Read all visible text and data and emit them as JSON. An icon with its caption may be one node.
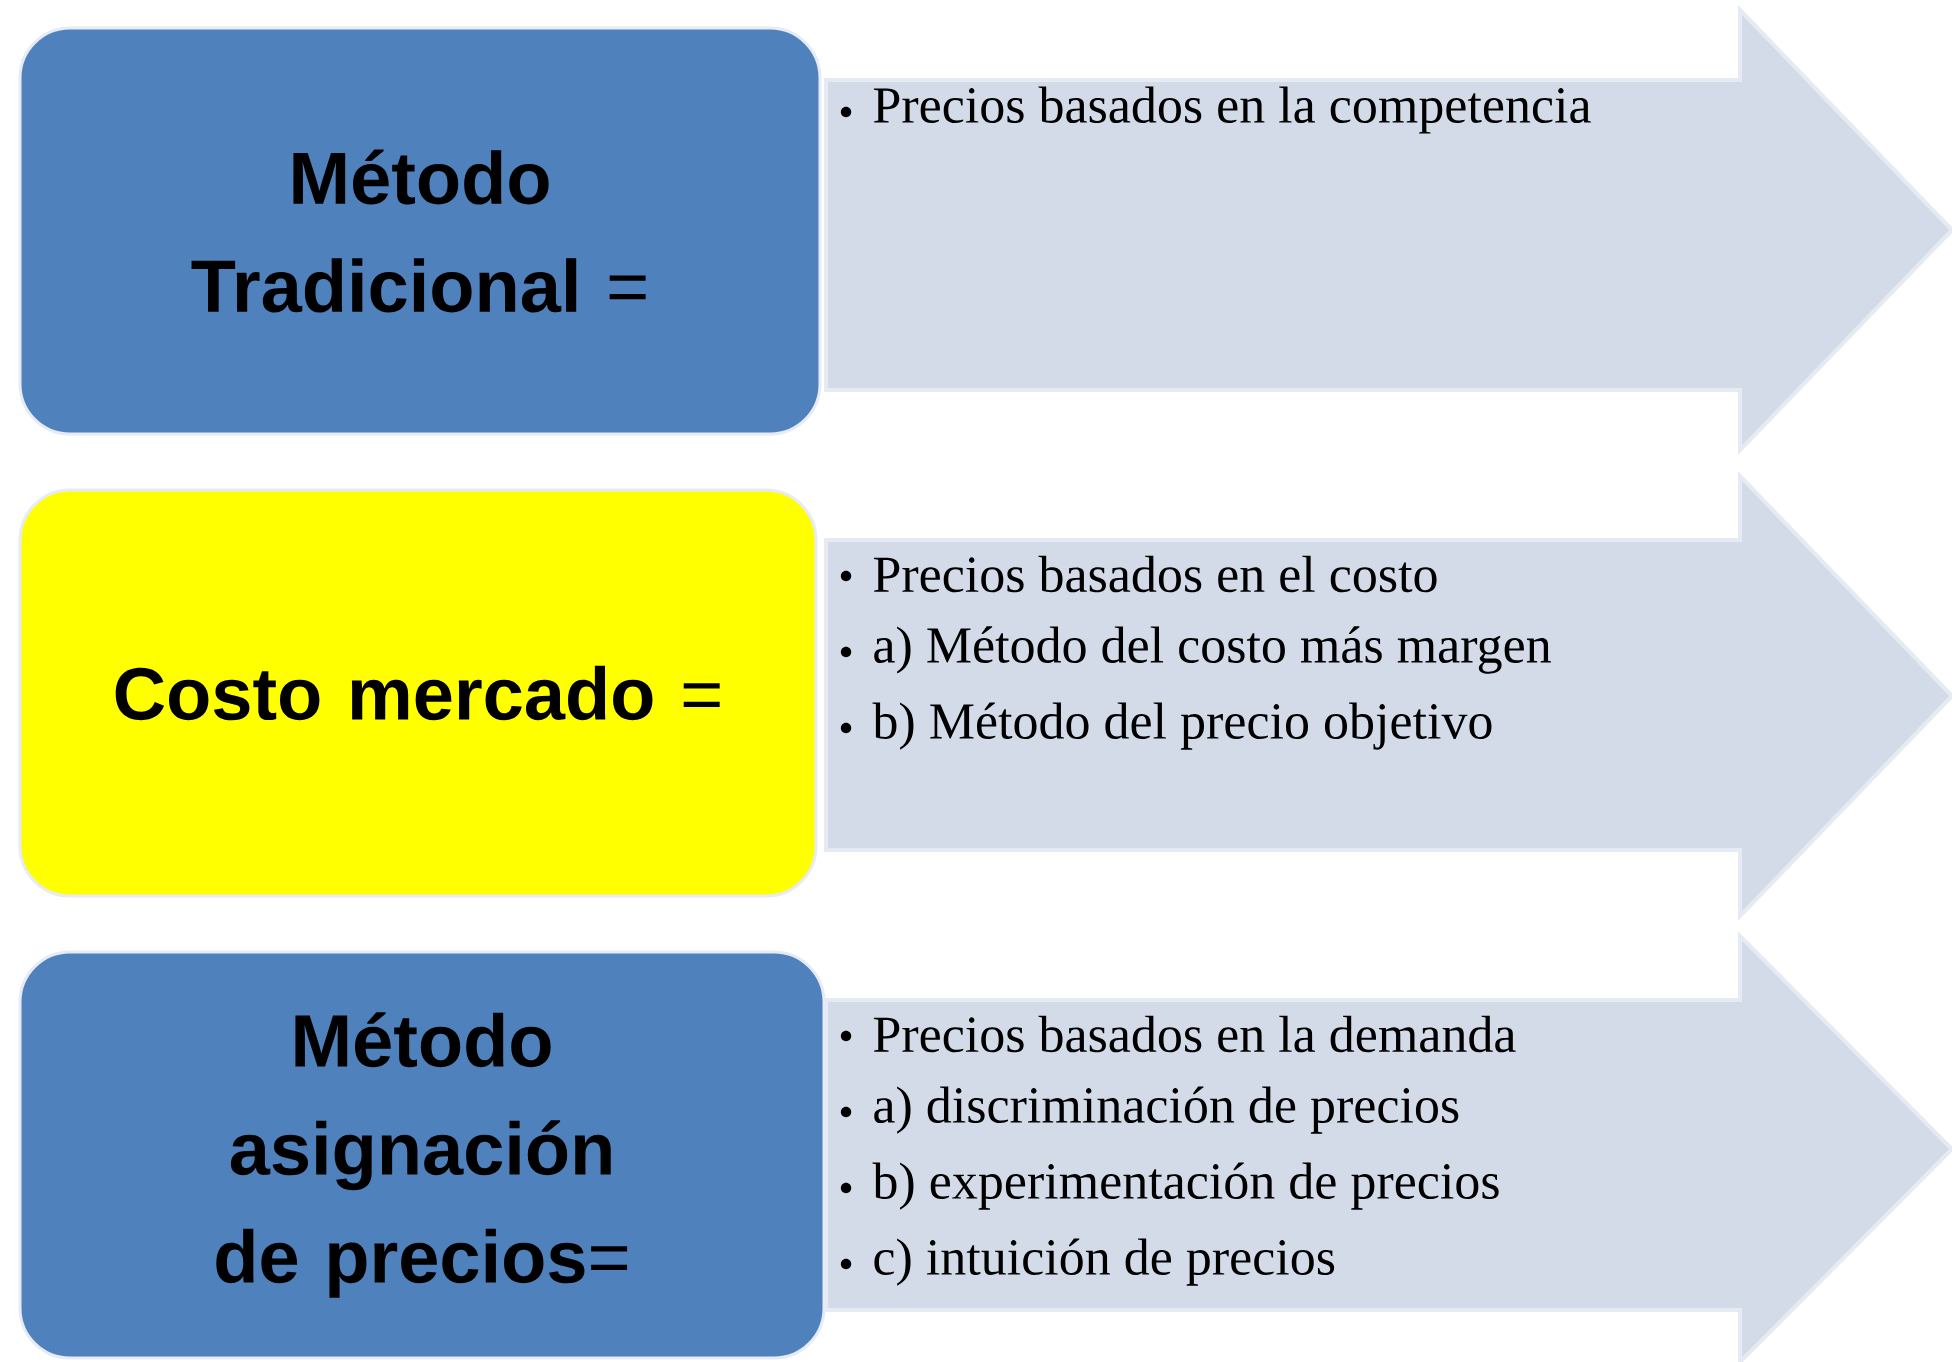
{
  "diagram": {
    "nodes": [
      {
        "text": [
          "**Método Tradicional** ="
        ]
      },
      {
        "text": [
          "Precios basados en la competencia"
        ]
      },
      {
        "text": [
          "**Costo mercado** ="
        ]
      },
      {
        "text": [
          "Precios basados en el costo",
          "a) Método del costo más margen",
          "b) Método del precio objetivo"
        ]
      },
      {
        "text": [
          "**Método asignación de precios**="
        ]
      },
      {
        "text": [
          "Precios basados en la demanda",
          "a) discriminación de precios",
          "b) experimentación de precios",
          "c) intuición de precios"
        ]
      }
    ]
  }
}
